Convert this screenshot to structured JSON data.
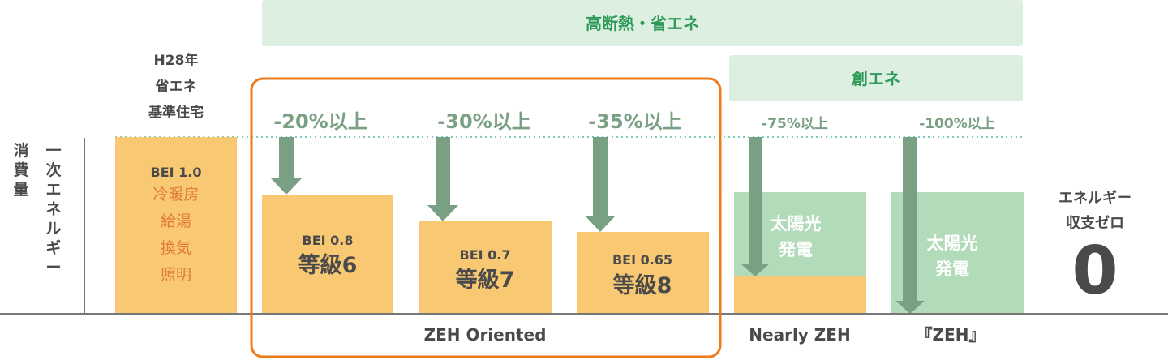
{
  "colors": {
    "bar": "#f9c872",
    "solar": "#b2dbb9",
    "arrow": "#7aa083",
    "band": "#dcefe0",
    "highlight": "#ee7a1a"
  },
  "bands": {
    "insulation": "高断熱・省エネ",
    "generation": "創エネ"
  },
  "axis_label": {
    "col1": [
      "消",
      "費",
      "量"
    ],
    "col2": [
      "一",
      "次",
      "エ",
      "ネ",
      "ル",
      "ギ",
      "ー"
    ]
  },
  "baseline_house": {
    "title": [
      "H28年",
      "省エネ",
      "基準住宅"
    ],
    "bei": "BEI 1.0",
    "uses": [
      "冷暖房",
      "給湯",
      "換気",
      "照明"
    ]
  },
  "grades": [
    {
      "reduction": "-20%以上",
      "bei": "BEI 0.8",
      "grade": "等級6"
    },
    {
      "reduction": "-30%以上",
      "bei": "BEI 0.7",
      "grade": "等級7"
    },
    {
      "reduction": "-35%以上",
      "bei": "BEI 0.65",
      "grade": "等級8"
    }
  ],
  "zeh_oriented": "ZEH Oriented",
  "nearly_zeh": {
    "reduction": "-75%以上",
    "solar": [
      "太陽光",
      "発電"
    ],
    "label": "Nearly ZEH"
  },
  "zeh": {
    "reduction": "-100%以上",
    "solar": [
      "太陽光",
      "発電"
    ],
    "label": "『ZEH』"
  },
  "net_zero": {
    "line1": "エネルギー",
    "line2": "収支ゼロ",
    "value": "0"
  }
}
